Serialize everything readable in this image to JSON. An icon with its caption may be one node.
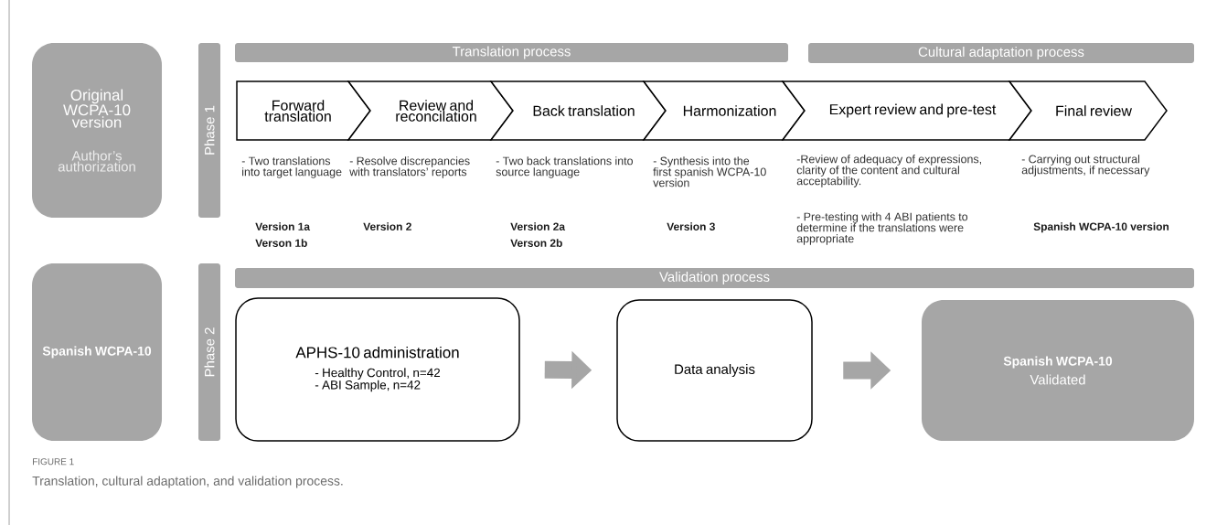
{
  "diagram": {
    "caption": "Translation, cultural adaptation, and validation process.",
    "nodes": [
      {
        "text": [
          "Original WCPA-10 version",
          "Author’s authorization"
        ]
      },
      {
        "text": [
          "Phase 1"
        ]
      },
      {
        "text": [
          "Translation process"
        ]
      },
      {
        "text": [
          "Cultural adaptation process"
        ]
      },
      {
        "text": [
          "Forward translation"
        ],
        "beside": [
          "- Two translations into target language"
        ]
      },
      {
        "text": [
          "Review and reconcilation"
        ],
        "beside": [
          "- Resolve discrepancies with translators’ reports"
        ]
      },
      {
        "text": [
          "Back translation"
        ],
        "beside": [
          "- Two back translations into source language"
        ]
      },
      {
        "text": [
          "Harmonization"
        ],
        "beside": [
          "- Synthesis into the first spanish WCPA-10 version"
        ]
      },
      {
        "text": [
          "Expert review and pre-test"
        ],
        "beside": [
          "-Review of adequacy of expressions, clarity of the content and cultural acceptability.",
          "- Pre-testing with 4 ABI patients to determine if the translations were appropriate"
        ]
      },
      {
        "text": [
          "Final review"
        ],
        "beside": [
          "- Carrying out structural adjustments, if necessary"
        ]
      },
      {
        "text": [
          "Spanish WCPA-10"
        ]
      },
      {
        "text": [
          "Phase 2"
        ]
      },
      {
        "text": [
          "Validation process"
        ]
      },
      {
        "text": [
          "APHS-10 administration",
          "- Healthy Control, n=42",
          "- ABI Sample, n=42"
        ]
      },
      {
        "text": [
          "Data analysis"
        ]
      },
      {
        "text": [
          "Spanish WCPA-10",
          "Validated"
        ]
      }
    ],
    "edges": [
      {
        "from": 13,
        "to": 14,
        "arrow": "to"
      },
      {
        "from": 14,
        "to": 15,
        "arrow": "to"
      }
    ],
    "labels": [
      "Version 1a",
      "Version 2",
      "Version 2a",
      "Version 3",
      "Spanish WCPA-10 version",
      "Verson 1b",
      "Verson 2b",
      "FIGURE 1"
    ]
  }
}
